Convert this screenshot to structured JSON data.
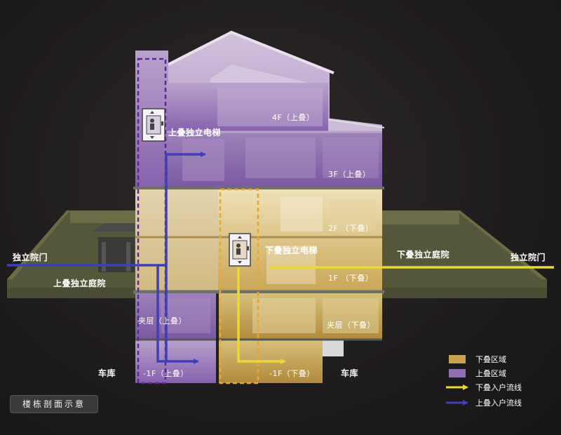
{
  "floors": {
    "f4": "4F（上叠）",
    "f3": "3F（上叠）",
    "f2": "2F （下叠）",
    "f1": "1F （下叠）",
    "mez_upper": "夹层（上叠）",
    "mez_lower": "夹层（下叠）",
    "b1_upper": "-1F（上叠）",
    "b1_lower": "-1F（下叠）"
  },
  "labels": {
    "upper_elevator": "上叠独立电梯",
    "lower_elevator": "下叠独立电梯",
    "gate_left": "独立院门",
    "gate_right": "独立院门",
    "upper_courtyard": "上叠独立庭院",
    "lower_courtyard": "下叠独立庭院",
    "garage_left": "车库",
    "garage_right": "车库"
  },
  "legend": {
    "lower_zone": "下叠区域",
    "upper_zone": "上叠区域",
    "lower_flow": "下叠入户流线",
    "upper_flow": "上叠入户流线"
  },
  "caption": "楼栋剖面示意",
  "colors": {
    "upper_zone": "#8f6fb2",
    "lower_zone": "#c8a24e",
    "upper_flow": "#3f3fb8",
    "lower_flow": "#e8d838",
    "lower_dash": "#e8a830",
    "upper_dash": "#6a3aa8",
    "terrain": "#5d5f3a"
  }
}
